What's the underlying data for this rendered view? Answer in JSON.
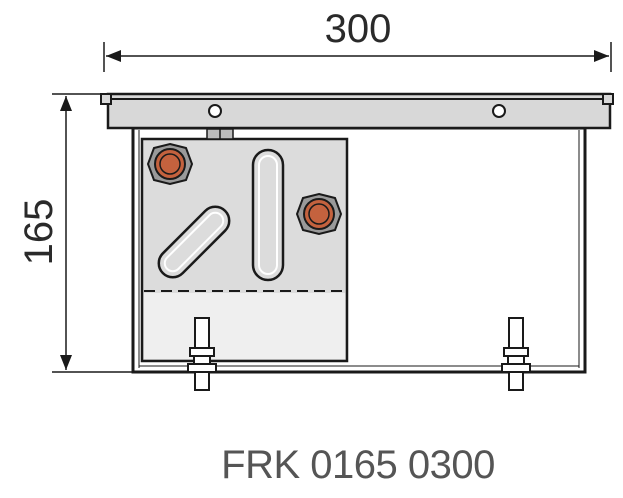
{
  "dimensions": {
    "width_label": "300",
    "height_label": "165"
  },
  "model_code": "FRK 0165 0300",
  "colors": {
    "line": "#1a1a1a",
    "panel_fill": "#dcdcdc",
    "frame_fill": "#d8d8d8",
    "fitting_fill": "#c4623e",
    "fitting_ring": "#9a9a9a",
    "text": "#2a2a2a",
    "model_text": "#555555"
  }
}
